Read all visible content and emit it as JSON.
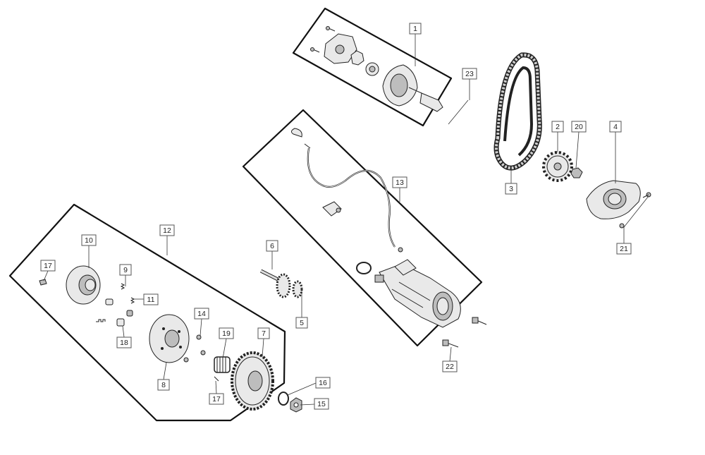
{
  "diagram": {
    "callouts": [
      {
        "id": "c1",
        "label": "1"
      },
      {
        "id": "c2",
        "label": "2"
      },
      {
        "id": "c3",
        "label": "3"
      },
      {
        "id": "c4",
        "label": "4"
      },
      {
        "id": "c5",
        "label": "5"
      },
      {
        "id": "c6",
        "label": "6"
      },
      {
        "id": "c7",
        "label": "7"
      },
      {
        "id": "c8",
        "label": "8"
      },
      {
        "id": "c9",
        "label": "9"
      },
      {
        "id": "c10",
        "label": "10"
      },
      {
        "id": "c11",
        "label": "11"
      },
      {
        "id": "c12",
        "label": "12"
      },
      {
        "id": "c13",
        "label": "13"
      },
      {
        "id": "c14",
        "label": "14"
      },
      {
        "id": "c15",
        "label": "15"
      },
      {
        "id": "c16",
        "label": "16"
      },
      {
        "id": "c17a",
        "label": "17"
      },
      {
        "id": "c17b",
        "label": "17"
      },
      {
        "id": "c18",
        "label": "18"
      },
      {
        "id": "c19",
        "label": "19"
      },
      {
        "id": "c20",
        "label": "20"
      },
      {
        "id": "c21",
        "label": "21"
      },
      {
        "id": "c22",
        "label": "22"
      },
      {
        "id": "c23",
        "label": "23"
      }
    ]
  }
}
